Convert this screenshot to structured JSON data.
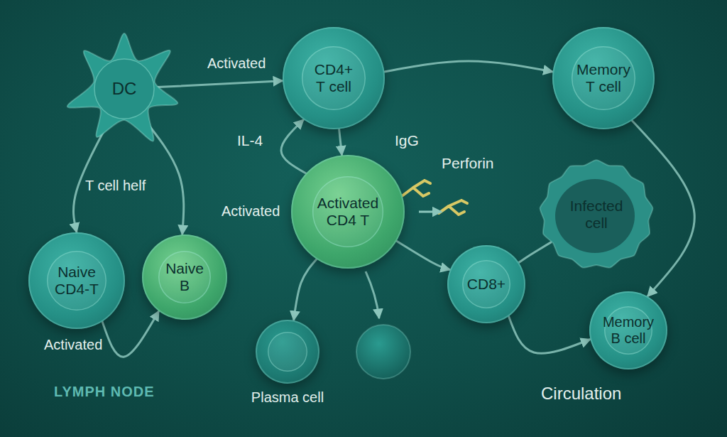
{
  "diagram": {
    "nodes": [
      {
        "text": [
          "DC"
        ]
      },
      {
        "text": [
          "CD4+ T cell"
        ]
      },
      {
        "text": [
          "Memory T cell"
        ]
      },
      {
        "text": [
          "Activated CD4 T"
        ]
      },
      {
        "text": [
          "Infected cell"
        ]
      },
      {
        "text": [
          "Naive CD4-T"
        ]
      },
      {
        "text": [
          "Naive B"
        ]
      },
      {
        "text": [
          "CD8+"
        ]
      },
      {
        "text": [
          "Plasma cell"
        ]
      },
      {
        "text": [
          "Memory B cell"
        ]
      }
    ],
    "edges": [
      {
        "from": 0,
        "to": 1,
        "arrow": "to",
        "label": "Activated"
      },
      {
        "from": 0,
        "to": 5,
        "arrow": "to",
        "label": "T cell helf"
      },
      {
        "from": 0,
        "to": 6,
        "arrow": "to"
      },
      {
        "from": 5,
        "to": 6,
        "arrow": "to",
        "label": "Activated"
      },
      {
        "from": 1,
        "to": 2,
        "arrow": "to"
      },
      {
        "from": 1,
        "to": 3,
        "arrow": "to"
      },
      {
        "from": 3,
        "to": 1,
        "arrow": "to",
        "label": "IL-4"
      },
      {
        "from": 3,
        "to": 8,
        "arrow": "to"
      },
      {
        "from": 3,
        "to": 7,
        "arrow": "to"
      },
      {
        "from": 2,
        "to": 9,
        "arrow": "to"
      },
      {
        "from": 7,
        "to": 9,
        "arrow": "to"
      },
      {
        "from": 7,
        "to": 4,
        "arrow": "none"
      }
    ],
    "labels": [
      "IgG",
      "Perforin",
      "Activated",
      "LYMPH NODE",
      "Circulation"
    ]
  }
}
